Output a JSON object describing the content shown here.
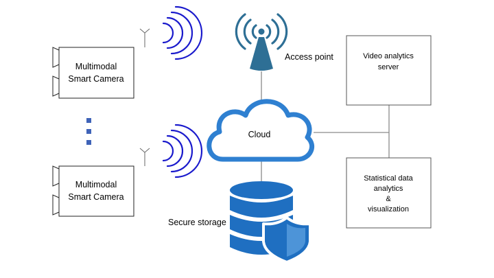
{
  "cameras": [
    {
      "label_line1": "Multimodal",
      "label_line2": "Smart Camera"
    },
    {
      "label_line1": "Multimodal",
      "label_line2": "Smart Camera"
    }
  ],
  "access_point": {
    "label": "Access point"
  },
  "cloud": {
    "label": "Cloud"
  },
  "storage": {
    "label": "Secure storage"
  },
  "video_server": {
    "label_line1": "Video analytics",
    "label_line2": "server"
  },
  "stats_box": {
    "label_line1": "Statistical data",
    "label_line2": "analytics",
    "label_line3": "&",
    "label_line4": "visualization"
  },
  "colors": {
    "signal_blue": "#1a1acc",
    "tower_blue": "#2e6f95",
    "cloud_blue": "#2f80d1",
    "storage_blue": "#1f6fc1",
    "line_gray": "#8a8a8a",
    "dots_blue": "#3f63b8"
  },
  "icons": [
    "camera-icon",
    "antenna-icon",
    "wifi-signal-icon",
    "access-point-icon",
    "cloud-icon",
    "database-icon",
    "shield-icon"
  ]
}
